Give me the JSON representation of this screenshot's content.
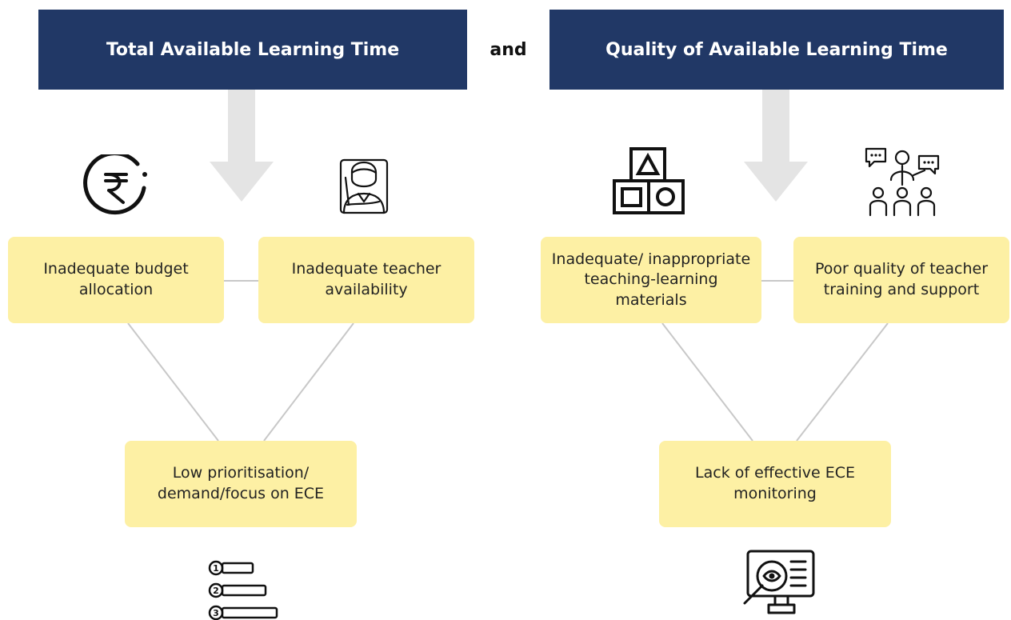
{
  "headers": {
    "left": "Total Available Learning Time",
    "connector": "and",
    "right": "Quality of Available Learning Time"
  },
  "boxes": {
    "budget": "Inadequate budget allocation",
    "teacher_availability": "Inadequate teacher availability",
    "prioritisation": "Low prioritisation/ demand/focus on ECE",
    "materials": "Inadequate/ inappropriate teaching-learning materials",
    "teacher_training": "Poor quality of teacher training and support",
    "monitoring": "Lack of effective ECE monitoring"
  },
  "icons": {
    "budget": "rupee-icon",
    "teacher_availability": "teacher-icon",
    "prioritisation": "numbered-list-icon",
    "materials": "shape-blocks-icon",
    "teacher_training": "classroom-training-icon",
    "monitoring": "monitor-magnifier-icon",
    "arrows": "down-arrow-icon"
  },
  "colors": {
    "header_bg": "#213866",
    "header_text": "#ffffff",
    "box_bg": "#fdf0a4",
    "connector_line": "#c8c8c8",
    "arrow": "#e4e4e4"
  }
}
